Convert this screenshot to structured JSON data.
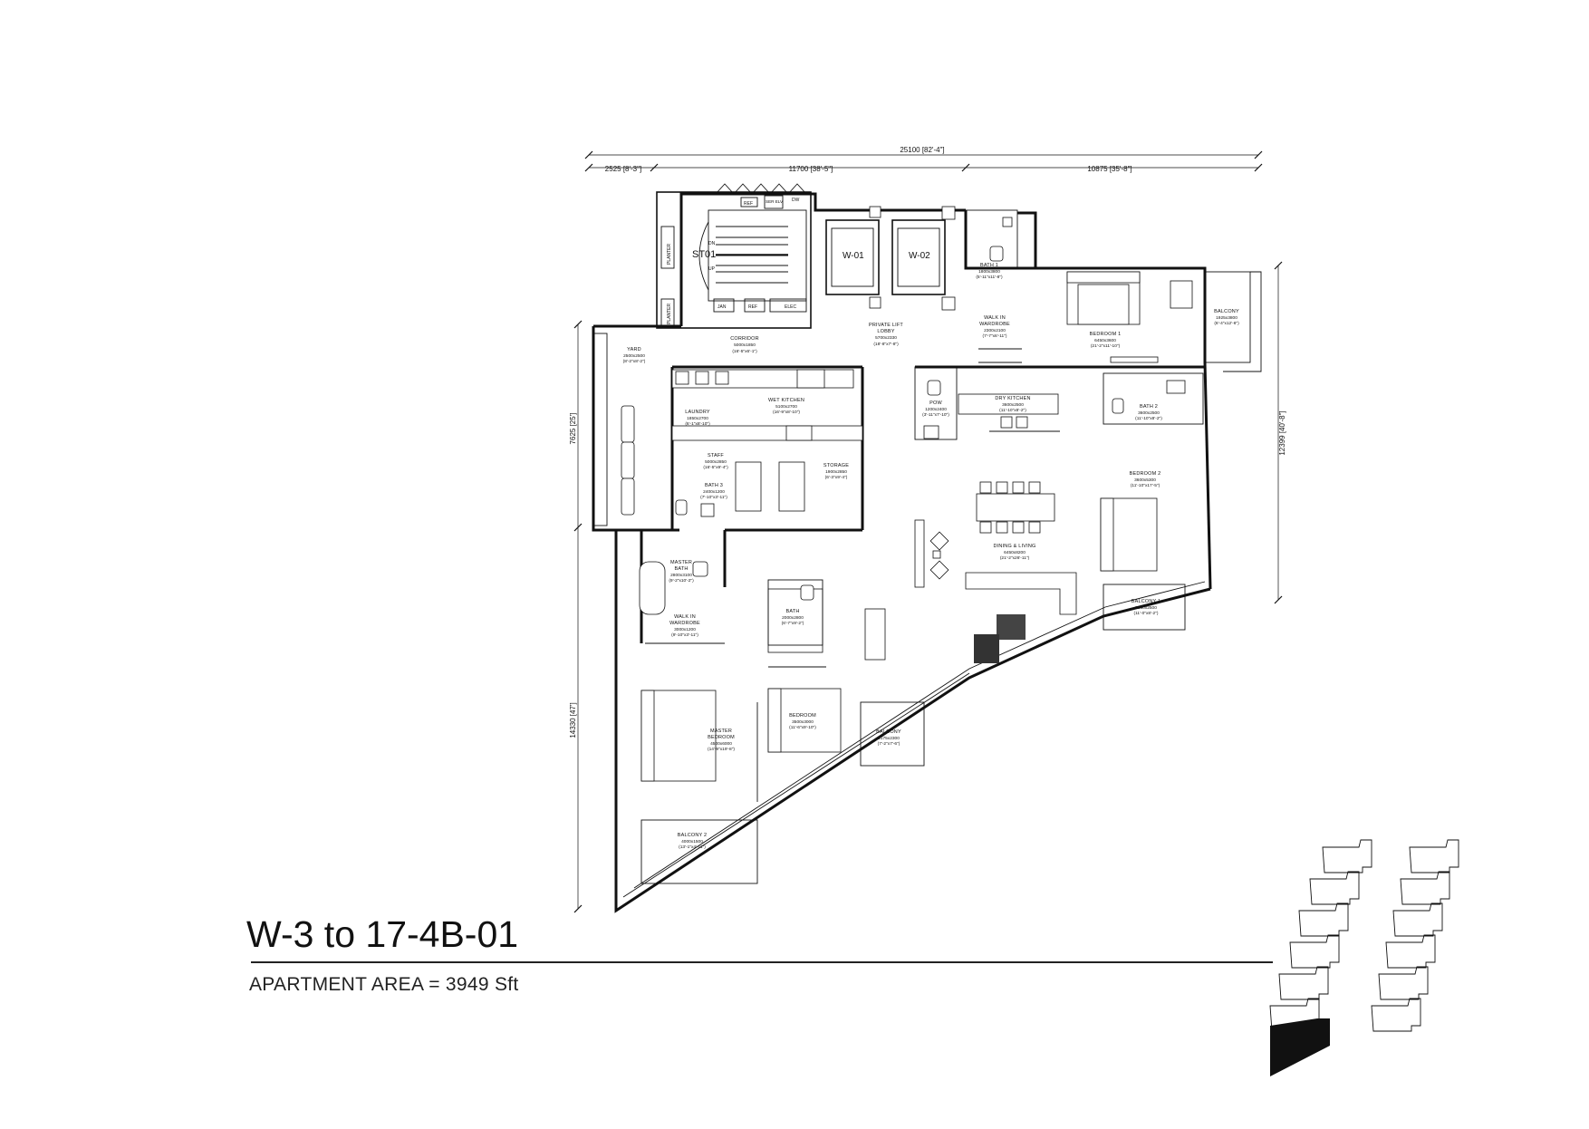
{
  "plan": {
    "title": "W-3 to 17-4B-01",
    "area_text": "APARTMENT AREA = 3949 Sft",
    "dimensions": {
      "overall_width": "25100 [82'-4\"]",
      "seg_1": "2525 [8'-3\"]",
      "seg_2": "11700 [38'-5\"]",
      "seg_3": "10875 [35'-8\"]",
      "left_upper": "7625 [25']",
      "left_lower": "14330 [47']",
      "right": "12399 [40'-8\"]"
    },
    "labels": {
      "stair": "ST01",
      "dn": "DN",
      "up": "UP",
      "lift_1": "W-01",
      "lift_2": "W-02",
      "planter": "PLANTER",
      "ref": "REF",
      "ser_elv": "SER ELV",
      "dw": "DW",
      "jan": "JAN",
      "elec": "ELEC"
    },
    "rooms": {
      "corridor": {
        "name": "CORRIDOR",
        "dim": "5000x1850",
        "imp": "(16'-5\"x6'-1\")"
      },
      "lift_lobby": {
        "name1": "PRIVATE LIFT",
        "name2": "LOBBY",
        "dim": "5700x2330",
        "imp": "(18'-8\"x7'-8\")"
      },
      "bath1": {
        "name": "BATH 1",
        "dim": "1800x3800",
        "imp": "(5'-11\"x11'-8\")"
      },
      "walkin_1": {
        "name1": "WALK IN",
        "name2": "WARDROBE",
        "dim": "2300x2100",
        "imp": "(7'-7\"x6'-11\")"
      },
      "bedroom1": {
        "name": "BEDROOM 1",
        "dim": "6450x3600",
        "imp": "(21'-2\"x11'-10\")"
      },
      "balcony_top": {
        "name": "BALCONY",
        "dim": "1925x3800",
        "imp": "(6'-4\"x12'-6\")"
      },
      "yard": {
        "name": "YARD",
        "dim": "2500x2500",
        "imp": "(8'-2\"x8'-2\")"
      },
      "wet_kitchen": {
        "name": "WET KITCHEN",
        "dim": "5100x2700",
        "imp": "(16'-9\"x8'-10\")"
      },
      "laundry": {
        "name": "LAUNDRY",
        "dim": "1850x2700",
        "imp": "(6'-1\"x8'-10\")"
      },
      "powder": {
        "name": "POW",
        "dim": "1200x2400",
        "imp": "(3'-11\"x7'-10\")"
      },
      "dry_kitchen": {
        "name": "DRY KITCHEN",
        "dim": "3600x2500",
        "imp": "(11'-10\"x8'-2\")"
      },
      "bath2_top": {
        "name": "BATH 2",
        "dim": "3600x2500",
        "imp": "(11'-10\"x8'-2\")"
      },
      "staff": {
        "name": "STAFF",
        "dim": "5000x2850",
        "imp": "(16'-5\"x9'-4\")"
      },
      "storage": {
        "name": "STORAGE",
        "dim": "1900x2850",
        "imp": "(6'-3\"x9'-4\")"
      },
      "bath3": {
        "name": "BATH 3",
        "dim": "2400x1200",
        "imp": "(7'-10\"x3'-11\")"
      },
      "bedroom2": {
        "name": "BEDROOM 2",
        "dim": "3600x5300",
        "imp": "(11'-10\"x17'-5\")"
      },
      "master_bath": {
        "name1": "MASTER",
        "name2": "BATH",
        "dim": "2800x3100",
        "imp": "(9'-2\"x10'-2\")"
      },
      "dining_living": {
        "name": "DINING & LIVING",
        "dim": "6450x8200",
        "imp": "(21'-2\"x26'-11\")"
      },
      "walkin_master": {
        "name1": "WALK IN",
        "name2": "WARDROBE",
        "dim": "3000x1200",
        "imp": "(9'-10\"x3'-11\")"
      },
      "bath_mid": {
        "name": "BATH",
        "dim": "2000x2800",
        "imp": "(6'-7\"x9'-2\")"
      },
      "balcony1": {
        "name": "BALCONY 1",
        "dim": "3350x2500",
        "imp": "(11'-0\"x8'-2\")"
      },
      "master_bedroom": {
        "name1": "MASTER",
        "name2": "BEDROOM",
        "dim": "4500x6000",
        "imp": "(14'-9\"x19'-8\")"
      },
      "bedroom_mid": {
        "name": "BEDROOM",
        "dim": "3500x3000",
        "imp": "(11'-6\"x9'-10\")"
      },
      "balcony_mid": {
        "name": "BALCONY",
        "dim": "2175x2300",
        "imp": "(7'-2\"x7'-6\")"
      },
      "balcony2": {
        "name": "BALCONY 2",
        "dim": "4000x1500",
        "imp": "(13'-1\"x4'-11\")"
      }
    }
  }
}
